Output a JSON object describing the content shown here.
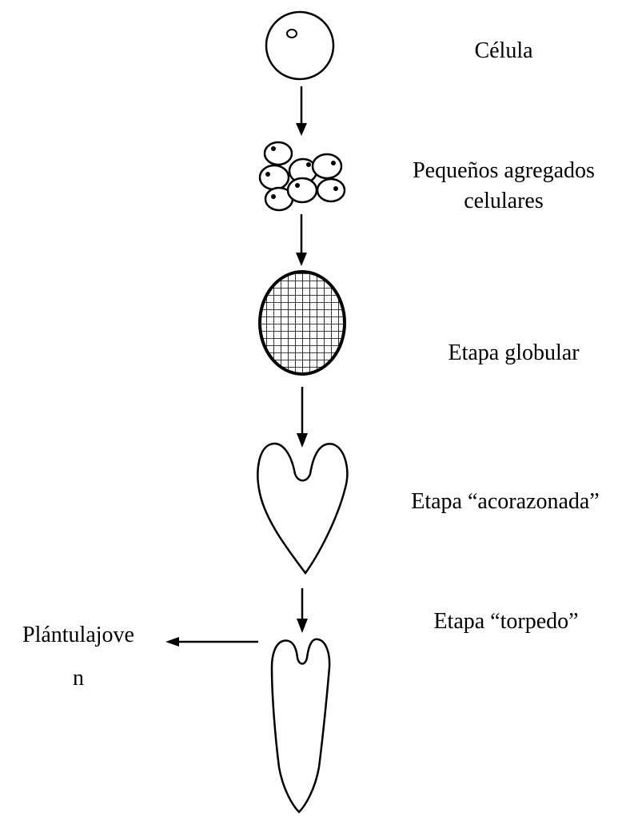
{
  "stages": [
    {
      "id": "cell",
      "label": "Célula"
    },
    {
      "id": "aggregates",
      "label_line1": "Pequeños agregados",
      "label_line2": "celulares"
    },
    {
      "id": "globular",
      "label": "Etapa globular"
    },
    {
      "id": "heart",
      "label": "Etapa “acorazonada”"
    },
    {
      "id": "torpedo",
      "label": "Etapa “torpedo”"
    }
  ],
  "output": {
    "label_line1": "Plántulajove",
    "label_line2": "n"
  }
}
